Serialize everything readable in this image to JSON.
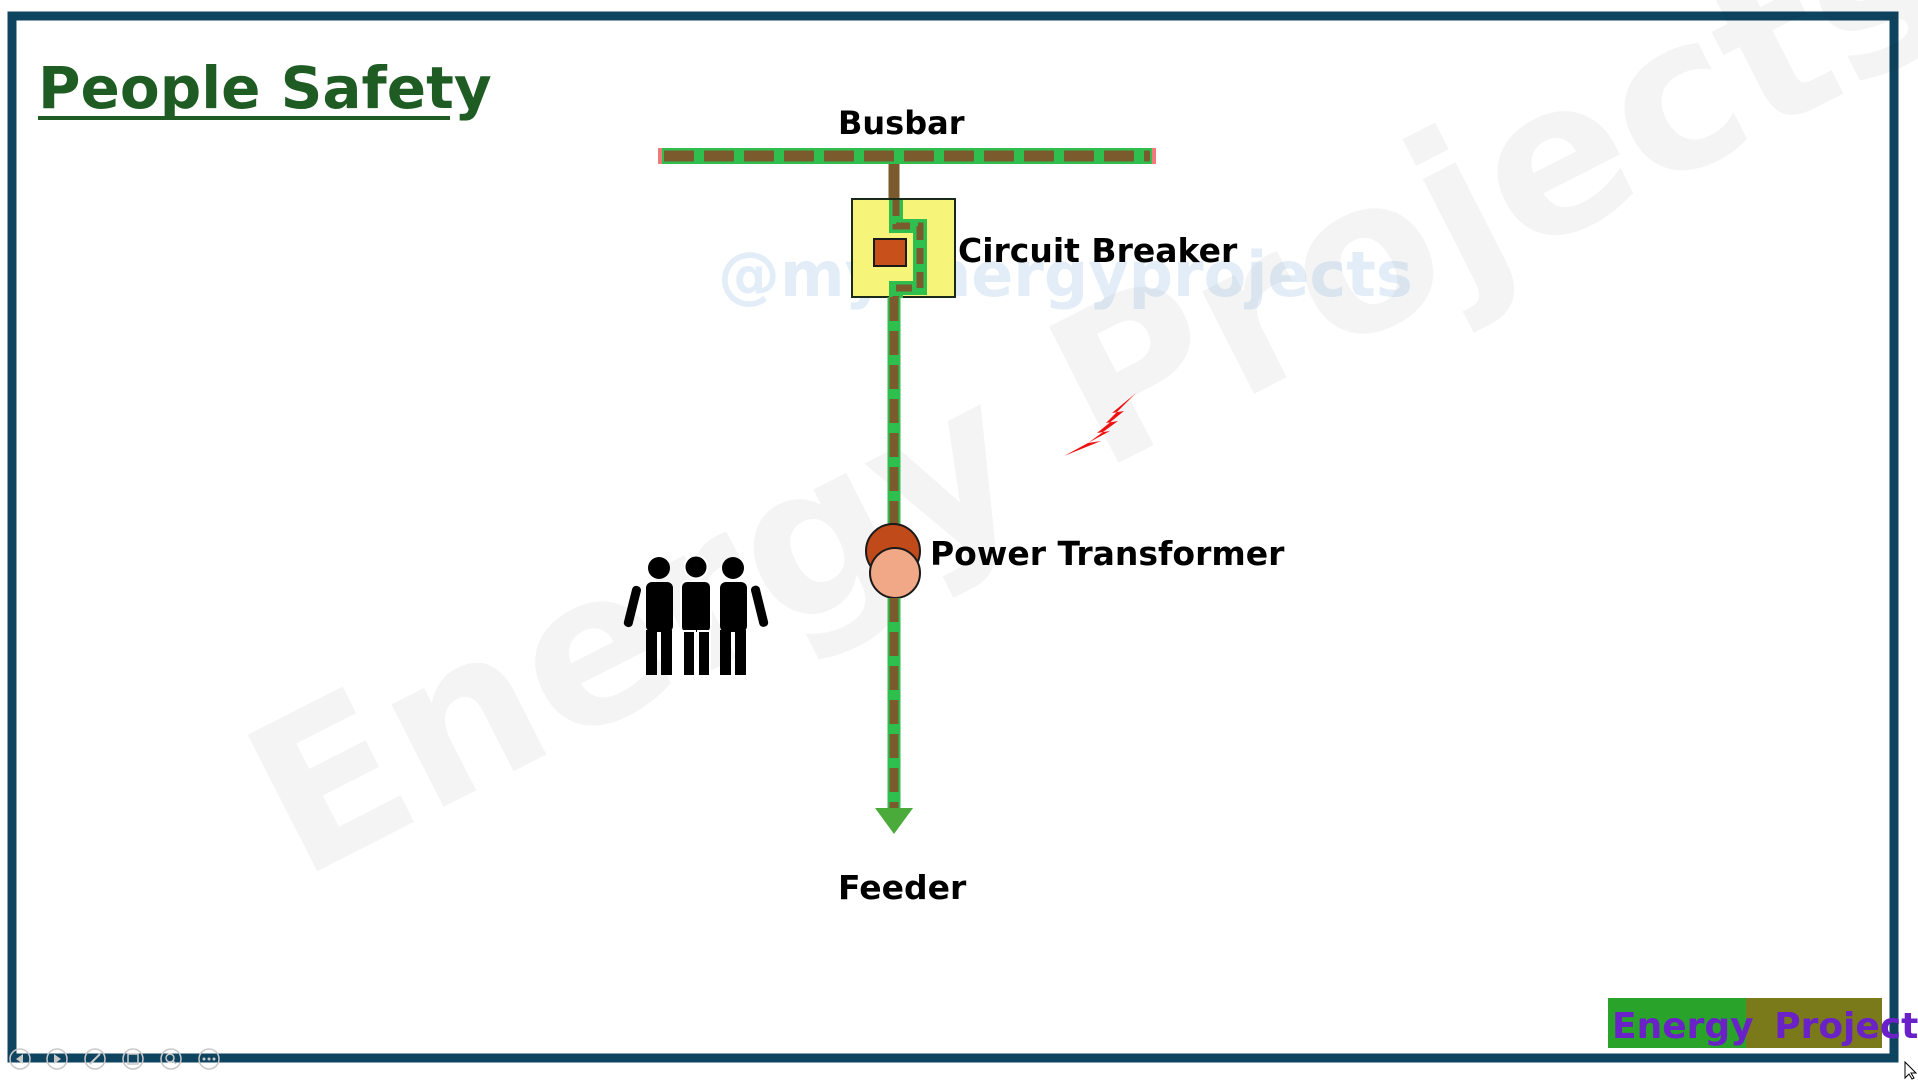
{
  "slide": {
    "title": "People Safety",
    "colors": {
      "frame": "#0f4460",
      "title": "#1e5c24",
      "busbar_green": "#2fbf4f",
      "busbar_brown": "#7b5a2e",
      "breaker_fill": "#f6f57a",
      "breaker_core": "#c8501a",
      "transformer_top": "#c04a1a",
      "transformer_bottom": "#f0a886",
      "lightning": "#ee1111",
      "arrow": "#4aaa3a"
    }
  },
  "diagram": {
    "busbar_label": "Busbar",
    "breaker_label": "Circuit Breaker",
    "transformer_label": "Power Transformer",
    "feeder_label": "Feeder",
    "people_icon": "three-people-icon",
    "fault_icon": "lightning-bolt-icon"
  },
  "watermarks": {
    "diagonal": "Energy Projects",
    "handle": "@myenergyprojects"
  },
  "logo": {
    "word1": "Energy",
    "word2": "Projects"
  },
  "player_controls": [
    "prev-icon",
    "play-icon",
    "pen-icon",
    "slides-icon",
    "zoom-icon",
    "more-icon"
  ]
}
